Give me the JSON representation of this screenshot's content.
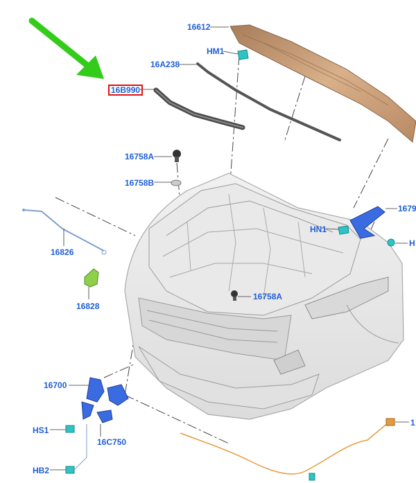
{
  "colors": {
    "label": "#1f5fd6",
    "highlight_border": "#e01010",
    "arrow": "#33cc1a",
    "hood_gold": "#c89a72",
    "seal": "#555555",
    "bracket_blue": "#3a6be0",
    "teal_clip": "#2ec4c4",
    "green_part": "#8ed04a",
    "cable_orange": "#e59b3c"
  },
  "callouts": {
    "c16612": "16612",
    "cHM1": "HM1",
    "c16A238": "16A238",
    "c16B990": "16B990",
    "c16758A_top": "16758A",
    "c16758B": "16758B",
    "c1679": "1679",
    "cHN1": "HN1",
    "cH": "H",
    "c16826": "16826",
    "c16828": "16828",
    "c16758A_mid": "16758A",
    "c16700": "16700",
    "cHS1": "HS1",
    "c16C750": "16C750",
    "cHB2": "HB2",
    "c1_edge": "1"
  },
  "highlighted_callout": "16B990"
}
